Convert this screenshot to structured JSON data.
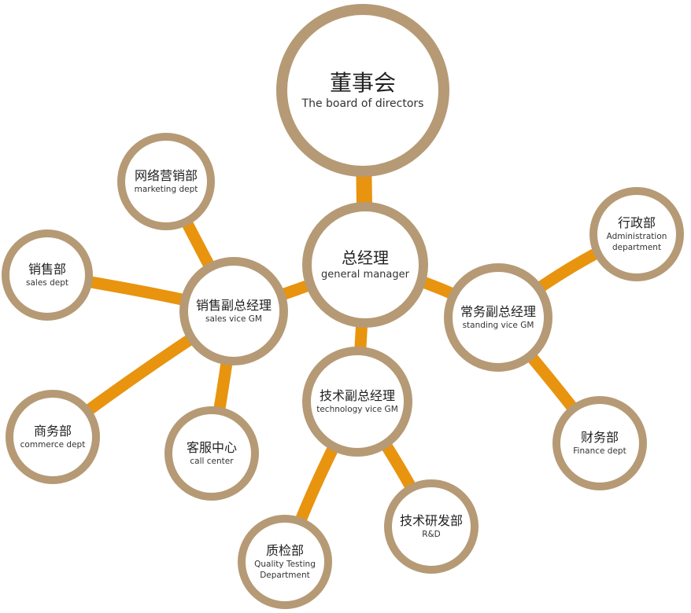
{
  "colors": {
    "ring": "#b59a75",
    "connector": "#e8940f",
    "text": "#222222"
  },
  "nodes": [
    {
      "id": "board",
      "zh": "董事会",
      "en": "The board of directors"
    },
    {
      "id": "gm",
      "zh": "总经理",
      "en": "general manager"
    },
    {
      "id": "marketing",
      "zh": "网络营销部",
      "en": "marketing  dept"
    },
    {
      "id": "sales",
      "zh": "销售部",
      "en": "sales  dept"
    },
    {
      "id": "sales_vp",
      "zh": "销售副总经理",
      "en": "sales  vice  GM"
    },
    {
      "id": "admin",
      "zh": "行政部",
      "en": "Administration\ndepartment"
    },
    {
      "id": "standing_vp",
      "zh": "常务副总经理",
      "en": "standing  vice  GM"
    },
    {
      "id": "tech_vp",
      "zh": "技术副总经理",
      "en": "technology  vice  GM"
    },
    {
      "id": "commerce",
      "zh": "商务部",
      "en": "commerce  dept"
    },
    {
      "id": "call",
      "zh": "客服中心",
      "en": "call center"
    },
    {
      "id": "finance",
      "zh": "财务部",
      "en": "Finance dept"
    },
    {
      "id": "rd",
      "zh": "技术研发部",
      "en": "R&D"
    },
    {
      "id": "quality",
      "zh": "质检部",
      "en": "Quality Testing\nDepartment"
    }
  ],
  "edges": [
    [
      "board",
      "gm"
    ],
    [
      "gm",
      "sales_vp"
    ],
    [
      "gm",
      "standing_vp"
    ],
    [
      "gm",
      "tech_vp"
    ],
    [
      "sales_vp",
      "marketing"
    ],
    [
      "sales_vp",
      "sales"
    ],
    [
      "sales_vp",
      "commerce"
    ],
    [
      "sales_vp",
      "call"
    ],
    [
      "standing_vp",
      "admin"
    ],
    [
      "standing_vp",
      "finance"
    ],
    [
      "tech_vp",
      "rd"
    ],
    [
      "tech_vp",
      "quality"
    ]
  ]
}
